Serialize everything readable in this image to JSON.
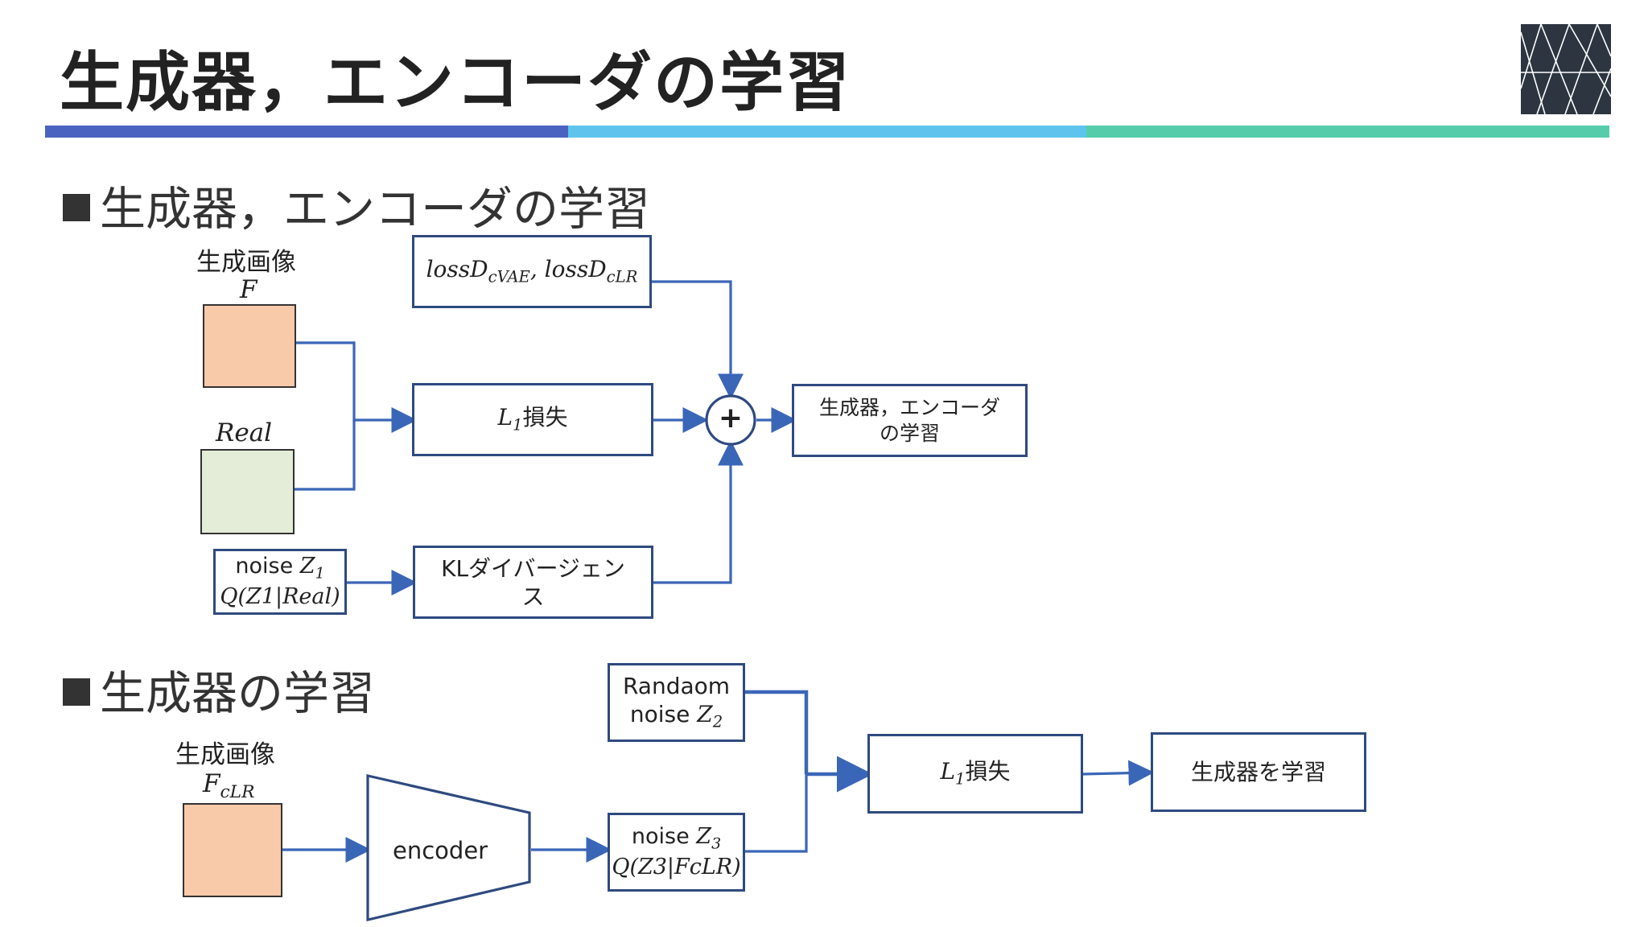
{
  "slide": {
    "title": "生成器，エンコーダの学習",
    "accent_colors": [
      "#4a63c0",
      "#5ec4ee",
      "#56ccaa"
    ],
    "logo_icon": "lattice-logo-icon"
  },
  "section1": {
    "heading": "生成器，エンコーダの学習",
    "fake_image_label": "生成画像",
    "fake_image_symbol": "F",
    "real_image_symbol": "Real",
    "loss_d_box": {
      "part1": "lossD",
      "sub1": "cVAE",
      "sep": ", ",
      "part2": "lossD",
      "sub2": "cLR"
    },
    "l1_box": {
      "symbol": "L",
      "sub": "1",
      "text": "損失"
    },
    "noise_box": {
      "line1_text": "noise ",
      "line1_symbol": "Z",
      "line1_sub": "1",
      "line2": "Q(Z1|Real)"
    },
    "kl_box": {
      "line1": "KLダイバージェン",
      "line2": "ス"
    },
    "sum_node": "+",
    "output_box": {
      "line1": "生成器，エンコーダ",
      "line2": "の学習"
    }
  },
  "section2": {
    "heading": "生成器の学習",
    "fake_image_label": "生成画像",
    "fake_image_symbol": "F",
    "fake_image_sub": "cLR",
    "encoder_label": "encoder",
    "random_box": {
      "line1": "Randaom",
      "line2_text": "noise ",
      "line2_symbol": "Z",
      "line2_sub": "2"
    },
    "noise_box": {
      "line1_text": "noise ",
      "line1_symbol": "Z",
      "line1_sub": "3",
      "line2": "Q(Z3|FcLR)"
    },
    "l1_box": {
      "symbol": "L",
      "sub": "1",
      "text": "損失"
    },
    "output_box": "生成器を学習"
  }
}
